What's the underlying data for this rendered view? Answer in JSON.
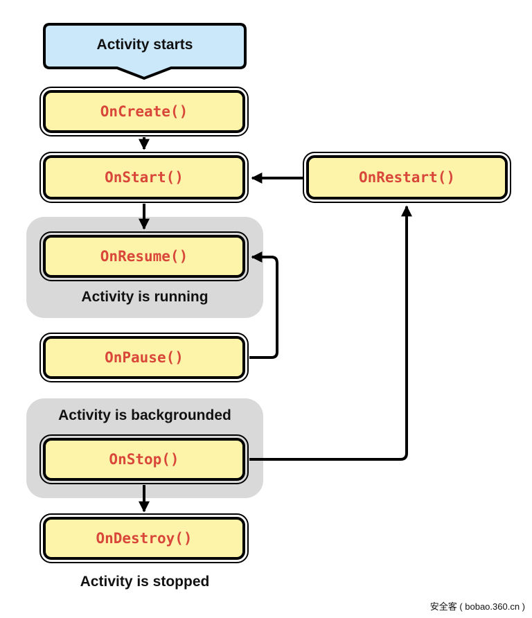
{
  "start": {
    "label": "Activity starts"
  },
  "callbacks": {
    "on_create": "OnCreate()",
    "on_start": "OnStart()",
    "on_restart": "OnRestart()",
    "on_resume": "OnResume()",
    "on_pause": "OnPause()",
    "on_stop": "OnStop()",
    "on_destroy": "OnDestroy()"
  },
  "states": {
    "running": "Activity is running",
    "backgrounded": "Activity is backgrounded",
    "stopped": "Activity is stopped"
  },
  "watermark": "安全客 ( bobao.360.cn )",
  "colors": {
    "box_fill": "#fdf4a9",
    "callback_text": "#d9473a",
    "start_fill": "#cbe8fb",
    "group_fill": "#d9d9d9"
  }
}
